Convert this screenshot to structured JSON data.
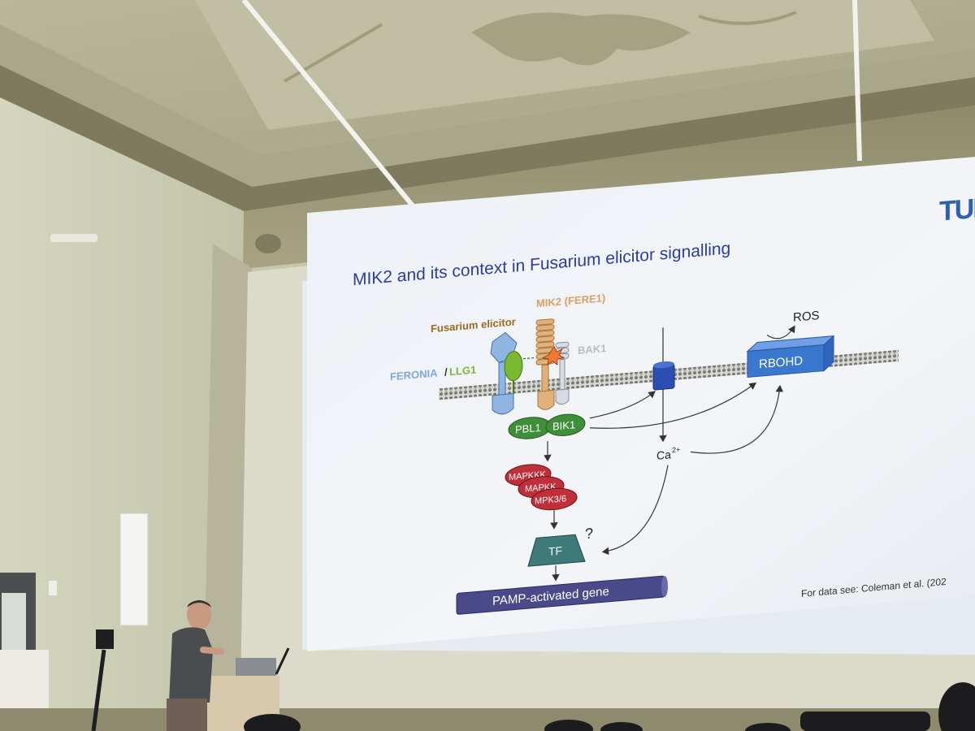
{
  "slide": {
    "title": "MIK2 and its context in Fusarium elicitor signalling",
    "logo": "TUM",
    "labels": {
      "fusarium_elicitor": "Fusarium elicitor",
      "mik2": "MIK2 (FERE1)",
      "bak1": "BAK1",
      "feronia": "FERONIA",
      "slash": "/",
      "llg1": "LLG1",
      "ros": "ROS",
      "rbohd": "RBOHD",
      "pbl1": "PBL1",
      "bik1": "BIK1",
      "mapkkk": "MAPKKK",
      "mapkk": "MAPKK",
      "mpk36": "MPK3/6",
      "ca_base": "Ca",
      "ca_sup": "2+",
      "tf": "TF",
      "question": "?",
      "gene": "PAMP-activated gene"
    },
    "citation": "For data see: Coleman et al. (202"
  },
  "colors": {
    "title": "#2b3f9a",
    "fusarium": "#9a6a1a",
    "mik2": "#d9a060",
    "bak1": "#b8bcc6",
    "feronia": "#7fa8d8",
    "llg1": "#7ab830",
    "rbohd": "#3a78d0",
    "kinase_green": "#3f8f3a",
    "mapk_red": "#c0303a",
    "tf": "#3f7a7a",
    "gene_bar": "#4a4a8a"
  }
}
